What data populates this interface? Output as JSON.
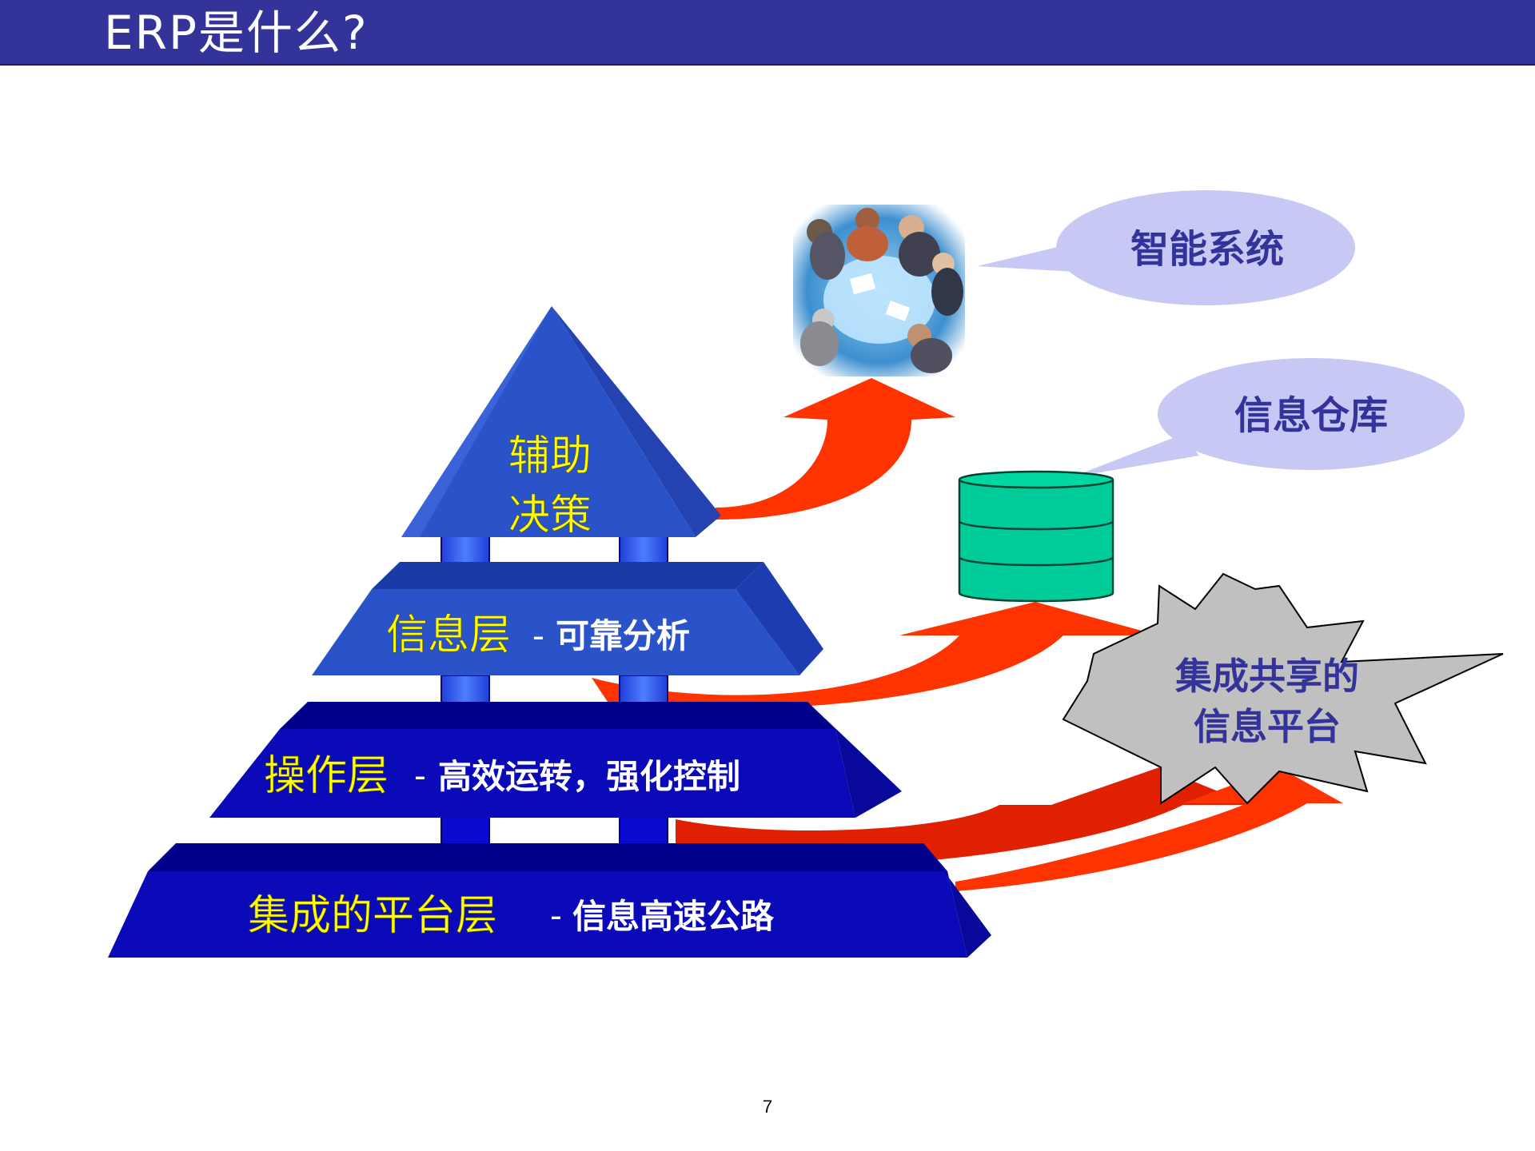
{
  "slide": {
    "title": "ERP是什么?",
    "page_number": "7"
  },
  "pyramid": {
    "apex_line1": "辅助",
    "apex_line2": "决策",
    "layers": [
      {
        "title": "信息层",
        "sep": "-",
        "desc": "可靠分析"
      },
      {
        "title": "操作层",
        "sep": "-",
        "desc": "高效运转，强化控制"
      },
      {
        "title": "集成的平台层",
        "sep": "-",
        "desc": "信息高速公路"
      }
    ]
  },
  "callouts": {
    "intelligent_system": "智能系统",
    "data_warehouse": "信息仓库",
    "platform_line1": "集成共享的",
    "platform_line2": "信息平台"
  },
  "colors": {
    "title_bar": "#333399",
    "pyramid_top": "#2a52c9",
    "pyramid_bottom": "#0a0ab8",
    "pillar": "#3366ff",
    "arrow": "#ff3300",
    "callout_bubble": "#c8c8f5",
    "database": "#00cc99",
    "starburst": "#c0c0c0",
    "layer_title_text": "#ffff00",
    "callout_text": "#333399"
  },
  "icons": [
    "meeting-photo",
    "database-icon",
    "starburst-shape",
    "curved-arrow"
  ]
}
